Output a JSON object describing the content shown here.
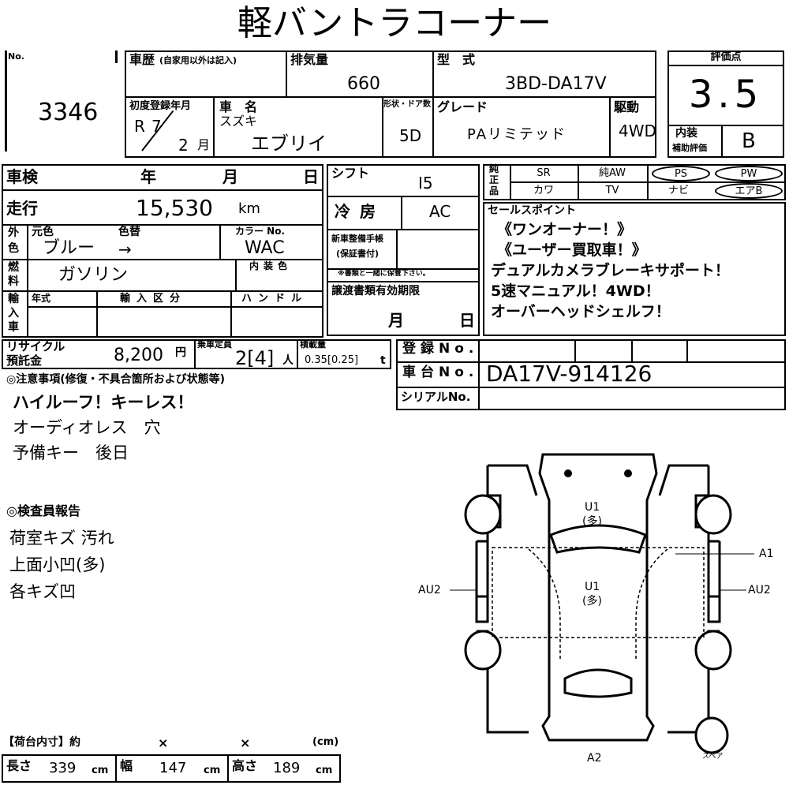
{
  "title": "軽バントラコーナー",
  "lot": {
    "no_label": "No.",
    "number": "3346"
  },
  "history": {
    "label": "車歴",
    "note": "(自家用以外は記入)"
  },
  "displacement": {
    "label": "排気量",
    "value": "660"
  },
  "model": {
    "label": "型　式",
    "value": "3BD-DA17V"
  },
  "score": {
    "label": "評価点",
    "value": "3.5",
    "interior_label_1": "内装",
    "interior_label_2": "補助評価",
    "interior_value": "B"
  },
  "first_reg": {
    "label": "初度登録年月",
    "era": "R",
    "year": "7",
    "month": "2",
    "month_unit": "月"
  },
  "car_name": {
    "label": "車　名",
    "maker": "スズキ",
    "name": "エブリイ"
  },
  "doors": {
    "label": "形状・ドア数",
    "value": "5D"
  },
  "grade": {
    "label": "グレード",
    "value": "PAリミテッド"
  },
  "drive": {
    "label": "駆動",
    "value": "4WD"
  },
  "shaken": {
    "label": "車検",
    "y": "年",
    "m": "月",
    "d": "日"
  },
  "mileage": {
    "label": "走行",
    "value": "15,530",
    "unit": "km"
  },
  "color": {
    "label_1": "外",
    "label_2": "色",
    "orig_label": "元色",
    "change_label": "色替",
    "orig": "ブルー",
    "arrow": "→",
    "code_label": "カラー No.",
    "code": "WAC",
    "interior_label": "内装色"
  },
  "fuel": {
    "label_1": "燃",
    "label_2": "料",
    "value": "ガソリン"
  },
  "import": {
    "label_1": "輸",
    "label_2": "入",
    "label_3": "車",
    "year_label": "年式",
    "class_label": "輸入区分",
    "handle_label": "ハンドル"
  },
  "shift": {
    "label": "シフト",
    "value": "I5"
  },
  "ac": {
    "label": "冷房",
    "value": "AC"
  },
  "maint": {
    "label_1": "新車整備手帳",
    "label_2": "(保証書付)",
    "note": "※書類と一緒に保管下さい。"
  },
  "transfer_docs": {
    "label": "譲渡書類有効期限",
    "m": "月",
    "d": "日"
  },
  "equipment": {
    "label_1": "純",
    "label_2": "正",
    "label_3": "品",
    "items": [
      "SR",
      "純AW",
      "PS",
      "PW",
      "カワ",
      "TV",
      "ナビ",
      "エアB"
    ]
  },
  "sales_points": {
    "label": "セールスポイント",
    "lines": [
      "《ワンオーナー！》",
      "《ユーザー買取車！》",
      "デュアルカメラブレーキサポート！",
      "5速マニュアル！4WD！",
      "オーバーヘッドシェルフ！"
    ]
  },
  "recycle": {
    "label_1": "リサイクル",
    "label_2": "預託金",
    "value": "8,200",
    "unit": "円"
  },
  "capacity": {
    "label": "乗車定員",
    "value": "2[4]",
    "unit": "人"
  },
  "load": {
    "label": "積載量",
    "value": "0.35[0.25]",
    "unit": "t"
  },
  "registration": {
    "label": "登録No."
  },
  "chassis": {
    "label": "車台No.",
    "value": "DA17V-914126"
  },
  "serial": {
    "label": "シリアルNo."
  },
  "notes": {
    "label": "◎注意事項(修復・不具合箇所および状態等)",
    "lines": [
      "ハイルーフ！キーレス！",
      "オーディオレス　穴",
      "予備キー　後日"
    ]
  },
  "inspector": {
    "label": "◎検査員報告",
    "lines": [
      "荷室キズ 汚れ",
      "上面小凹(多)",
      "各キズ凹"
    ]
  },
  "diagram": {
    "u1_top": "U1",
    "u1_top_sub": "(多)",
    "u1_mid": "U1",
    "u1_mid_sub": "(多)",
    "a1": "A1",
    "au2_left": "AU2",
    "au2_right": "AU2",
    "a2": "A2",
    "spare": "スペア"
  },
  "cargo": {
    "label": "【荷台内寸】約",
    "x": "×",
    "cm": "(cm)",
    "length_label": "長さ",
    "length": "339",
    "width_label": "幅",
    "width": "147",
    "height_label": "高さ",
    "height": "189",
    "unit": "cm"
  }
}
